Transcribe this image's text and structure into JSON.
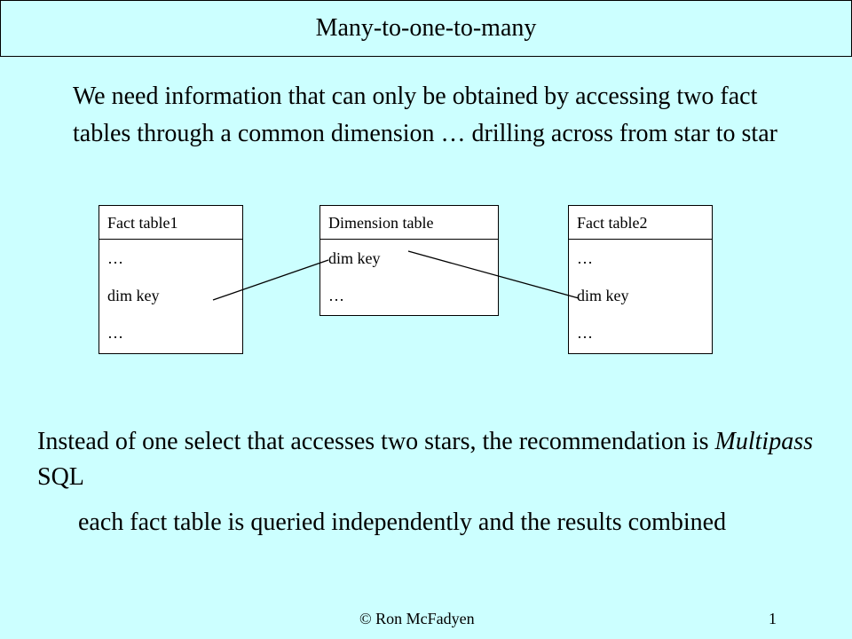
{
  "title": "Many-to-one-to-many",
  "intro": "We need information that can only be obtained by accessing two fact tables through a common dimension … drilling across from star to star",
  "tables": {
    "fact1": {
      "header": "Fact table1",
      "rows": [
        "…",
        "dim key",
        "…"
      ]
    },
    "dimension": {
      "header": "Dimension table",
      "rows": [
        "dim key",
        "…"
      ]
    },
    "fact2": {
      "header": "Fact table2",
      "rows": [
        "…",
        "dim key",
        "…"
      ]
    }
  },
  "paragraph2": {
    "before": "Instead of one select that accesses two stars, the recommendation is ",
    "emphasis": "Multipass",
    "after": " SQL"
  },
  "paragraph3": "each fact table is queried independently and the results combined",
  "footer": {
    "author": "©    Ron McFadyen",
    "page": "1"
  },
  "colors": {
    "background": "#ccffff",
    "table_fill": "#ffffff",
    "line": "#000000"
  }
}
